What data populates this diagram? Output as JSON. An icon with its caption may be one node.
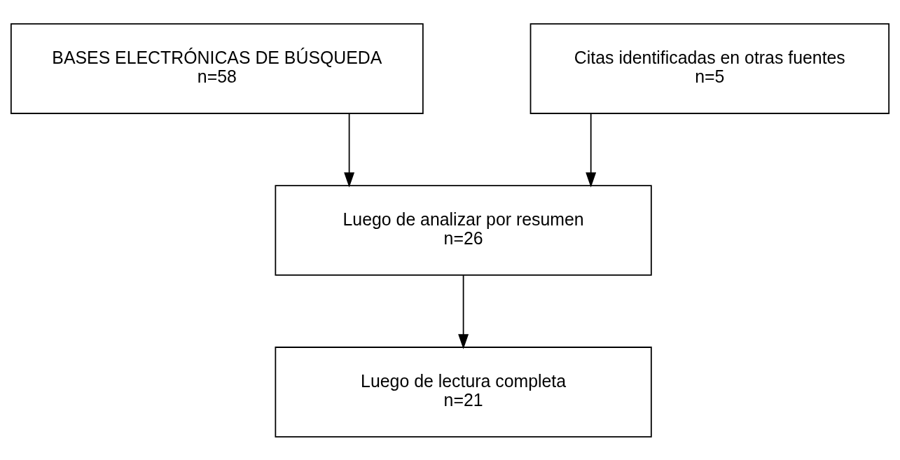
{
  "diagram": {
    "nodes": [
      {
        "text": [
          "BASES ELECTRÓNICAS DE BÚSQUEDA",
          "n=58"
        ]
      },
      {
        "text": [
          "Citas identificadas en otras fuentes",
          "n=5"
        ]
      },
      {
        "text": [
          "Luego de analizar por resumen",
          "n=26"
        ]
      },
      {
        "text": [
          "Luego de lectura completa",
          "n=21"
        ]
      }
    ],
    "edges": [
      {
        "from": 0,
        "to": 2,
        "arrow": "to"
      },
      {
        "from": 1,
        "to": 2,
        "arrow": "to"
      },
      {
        "from": 2,
        "to": 3,
        "arrow": "to"
      }
    ]
  }
}
